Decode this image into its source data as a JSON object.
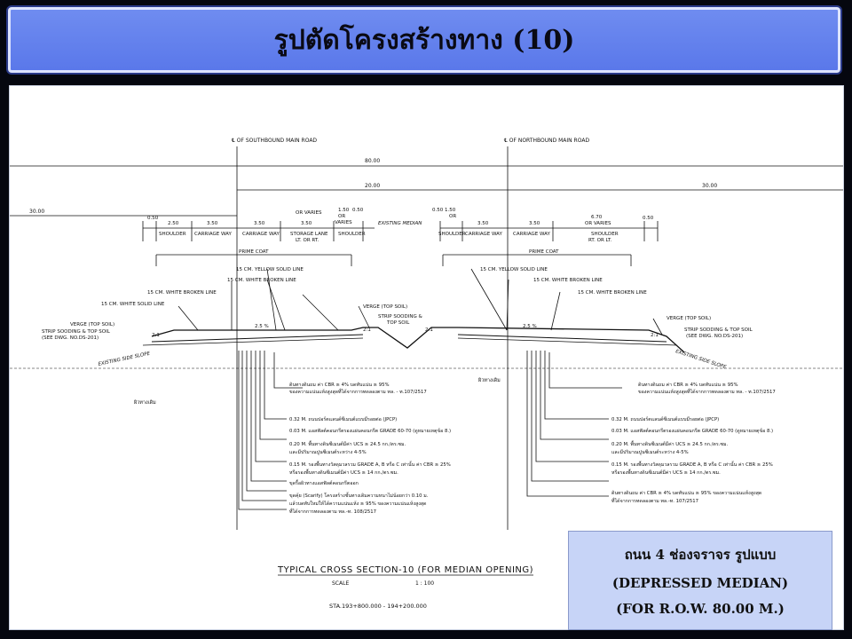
{
  "slide": {
    "title": "รูปตัดโครงสร้างทาง (10)"
  },
  "caption": {
    "line1": "ถนน 4 ช่องจราจร รูปแบบ",
    "line2": "(DEPRESSED MEDIAN)",
    "line3": "(FOR R.O.W. 80.00 M.)"
  },
  "drawing": {
    "centerlines": {
      "south": "℄ OF SOUTHBOUND MAIN ROAD",
      "north": "℄ OF NORTHBOUND MAIN ROAD"
    },
    "dims": {
      "total": "80.00",
      "median": "20.00",
      "left": "30.00",
      "right": "30.00"
    },
    "widths": {
      "w050a": "0.50",
      "w250": "2.50",
      "w350a": "3.50",
      "w350b": "3.50",
      "w350c": "3.50",
      "w150a": "1.50",
      "w050b": "0.50",
      "w050c": "0.50",
      "w150b": "1.50",
      "w350d": "3.50",
      "w350e": "3.50",
      "w670": "6.70",
      "w050d": "0.50",
      "orVaries1": "OR VARIES",
      "orVaries2": "OR",
      "orVaries3": "VARIES",
      "orVaries4": "OR",
      "orVaries5": "OR VARIES"
    },
    "lanes": {
      "shoulder1": "SHOULDER",
      "carriage1": "CARRIAGE WAY",
      "carriage2": "CARRIAGE WAY",
      "storage1": "STORAGE LANE",
      "storage2": "LT. OR RT.",
      "shoulder2": "SHOULDER",
      "existingMedian": "EXISTING MEDIAN",
      "shoulder3": "SHOULDER",
      "carriage3": "CARRIAGE WAY",
      "carriage4": "CARRIAGE WAY",
      "shoulder4a": "SHOULDER",
      "shoulder4b": "RT. OR LT."
    },
    "primeCoat1": "PRIME COAT",
    "primeCoat2": "PRIME COAT",
    "callouts": {
      "yellowLine1": "15 CM. YELLOW SOLID LINE",
      "whiteBroken1": "15 CM. WHITE BROKEN LINE",
      "whiteBroken2": "15 CM. WHITE BROKEN LINE",
      "whiteSolid1": "15 CM. WHITE SOLID LINE",
      "verge1": "VERGE (TOP SOIL)",
      "strip1a": "STRIP SOODING & TOP SOIL",
      "strip1b": "(SEE DWG. NO.DS-201)",
      "verge2": "VERGE (TOP SOIL)",
      "strip2a": "STRIP SOODING &",
      "strip2b": "TOP SOIL",
      "yellowLine2": "15 CM. YELLOW SOLID LINE",
      "whiteBroken3": "15 CM. WHITE BROKEN LINE",
      "whiteBroken4": "15 CM. WHITE BROKEN LINE",
      "verge3": "VERGE (TOP SOIL)",
      "strip3a": "STRIP SODDING & TOP SOIL",
      "strip3b": "(SEE DWG. NO.DS-201)",
      "slope1": "2:1",
      "slope2": "2:1",
      "slope3": "2:1",
      "slope4": "2:1",
      "grade1": "2.5 %",
      "grade2": "2.5 %",
      "existSlope1": "EXISTING SIDE SLOPE",
      "existSlope2": "EXISTING SIDE SLOPE",
      "ground1": "ผิวทางเดิม",
      "ground2": "ผิวทางเดิม"
    },
    "layersLeft": {
      "l1a": "ดินทางดินถม ค่า CBR ≥ 4% บดทับแน่น ≥ 95%",
      "l1b": "ของความแน่นแห้งสูงสุดที่ได้จากการทดลองตาม ทล. - ท.107/2517",
      "l2": "0.32 M. ถนนปอร์ตแลนด์ซีเมนต์แบบมีรอยต่อ (JPCP)",
      "l3": "0.03 M. แอสฟัลต์คอนกรีตรองแผ่นคอนกรีต GRADE 60-70 (ดูหมายเหตุข้อ 8.)",
      "l4a": "0.20 M. พื้นทางดินซีเมนต์มีค่า UCS ≥ 24.5 กก./ตร.ซม.",
      "l4b": "และมีปริมาณปูนซีเมนต์ระหว่าง 4-5%",
      "l5a": "0.15 M. รองพื้นทางวัสดุมวลรวม GRADE A, B หรือ C เท่านั้น ค่า CBR ≥ 25%",
      "l5b": "หรือรองพื้นทางดินซีเมนต์มีค่า UCS ≥ 14 กก./ตร.ซม.",
      "l6": "ขุดรื้อผิวทางแอสฟัลต์คอนกรีตออก",
      "l7a": "ขุดคุ้ย (Scarify) โครงสร้างชั้นทางเดิมความหนาไม่น้อยกว่า 0.10 ม.",
      "l7b": "แล้วบดทับใหม่ให้ได้ความแน่นแห้ง ≥ 95% ของความแน่นแห้งสูงสุด",
      "l7c": "ที่ได้จากการทดลองตาม ทล.-ท. 108/2517"
    },
    "layersRight": {
      "r1a": "ดินทางดินถม ค่า CBR ≥ 4% บดทับแน่น ≥ 95%",
      "r1b": "ของความแน่นแห้งสูงสุดที่ได้จากการทดลองตาม ทล. - ท.107/2517",
      "r2": "0.32 M. ถนนปอร์ตแลนด์ซีเมนต์แบบมีรอยต่อ (JPCP)",
      "r3": "0.03 M. แอสฟัลต์คอนกรีตรองแผ่นคอนกรีต GRADE 60-70 (ดูหมายเหตุข้อ 8.)",
      "r4a": "0.20 M. พื้นทางดินซีเมนต์มีค่า UCS ≥ 24.5 กก./ตร.ซม.",
      "r4b": "และมีปริมาณปูนซีเมนต์ระหว่าง 4-5%",
      "r5a": "0.15 M. รองพื้นทางวัสดุมวลรวม GRADE A, B หรือ C เท่านั้น ค่า CBR ≥ 25%",
      "r5b": "หรือรองพื้นทางดินซีเมนต์มีค่า UCS ≥ 14 กก./ตร.ซม.",
      "r6a": "ดินทางดินถม ค่า CBR ≥ 4% บดทับแน่น ≥ 95% ของความแน่นแห้งสูงสุด",
      "r6b": "ที่ได้จากการทดลองตาม ทล.-ท. 107/2517"
    },
    "sectionTitle": "TYPICAL CROSS SECTION-10 (FOR MEDIAN OPENING)",
    "scaleLabel": "SCALE",
    "scaleValue": "1 : 100",
    "station": "STA.193+800.000 - 194+200.000"
  }
}
